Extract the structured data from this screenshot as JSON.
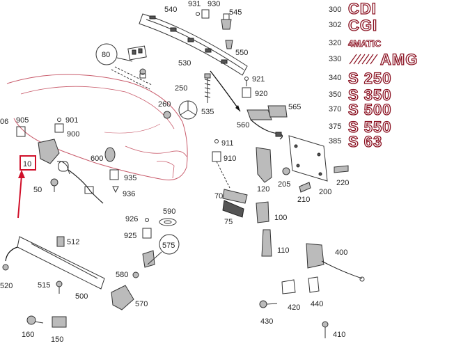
{
  "labels": {
    "p540": "540",
    "p930": "930",
    "p931": "931",
    "p545": "545",
    "p550": "550",
    "p530": "530",
    "p921": "921",
    "p920": "920",
    "p565": "565",
    "p560": "560",
    "p80": "80",
    "p250": "250",
    "p260": "260",
    "p535": "535",
    "p906": "06",
    "p905": "905",
    "p901": "901",
    "p900": "900",
    "p10": "10",
    "p50": "50",
    "p600": "600",
    "p935": "935",
    "p936": "936",
    "p911": "911",
    "p910": "910",
    "p70": "70",
    "p75": "75",
    "p120": "120",
    "p205": "205",
    "p210": "210",
    "p200": "200",
    "p220": "220",
    "p100": "100",
    "p110": "110",
    "p400": "400",
    "p926": "926",
    "p590": "590",
    "p925": "925",
    "p575": "575",
    "p580": "580",
    "p570": "570",
    "p512": "512",
    "p520": "520",
    "p515": "515",
    "p500": "500",
    "p160": "160",
    "p150": "150",
    "p430": "430",
    "p420": "420",
    "p440": "440",
    "p410": "410"
  },
  "badges": [
    {
      "code": "300",
      "text": "CDI"
    },
    {
      "code": "302",
      "text": "CGI"
    },
    {
      "code": "320",
      "text": "4MATIC"
    },
    {
      "code": "330",
      "text": "AMG"
    },
    {
      "code": "340",
      "text": "S 250"
    },
    {
      "code": "350",
      "text": "S 350"
    },
    {
      "code": "370",
      "text": "S 500"
    },
    {
      "code": "375",
      "text": "S 550"
    },
    {
      "code": "385",
      "text": "S 63"
    }
  ],
  "colors": {
    "accent": "#d0102a",
    "line": "#333333",
    "trunk": "#c85a6a"
  }
}
